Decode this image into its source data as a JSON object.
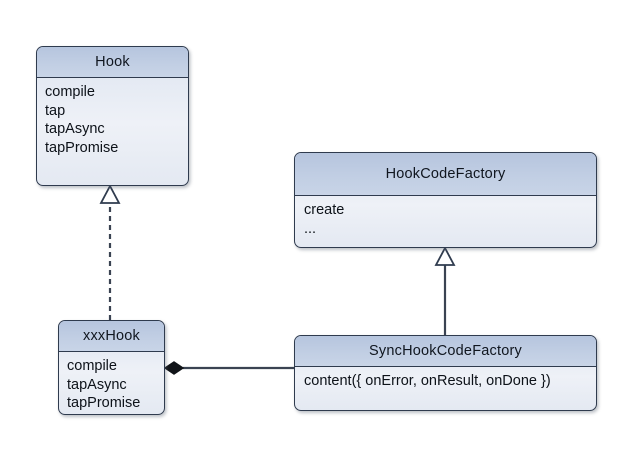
{
  "diagram": {
    "title": "Hook / HookCodeFactory UML class diagram",
    "background_color": "#ffffff",
    "header_color": "#c2cfe4",
    "body_color": "#e7ecf4",
    "border_color": "#2f3b4e",
    "classes": [
      {
        "id": "hook",
        "name": "Hook",
        "members": [
          "compile",
          "tap",
          "tapAsync",
          "tapPromise"
        ]
      },
      {
        "id": "hookcodefactory",
        "name": "HookCodeFactory",
        "members": [
          "create",
          "..."
        ]
      },
      {
        "id": "xxxhook",
        "name": "xxxHook",
        "members": [
          "compile",
          "tapAsync",
          "tapPromise"
        ]
      },
      {
        "id": "synchookcodefactory",
        "name": "SyncHookCodeFactory",
        "members": [
          "content({ onError, onResult, onDone })"
        ]
      }
    ],
    "relations": [
      {
        "id": "rel-xxxhook-realizes-hook",
        "type": "realization",
        "line_style": "dashed",
        "arrow": "hollow-triangle",
        "from": "xxxHook",
        "to": "Hook"
      },
      {
        "id": "rel-synchookfactory-extends-hookcodefactory",
        "type": "generalization",
        "line_style": "solid",
        "arrow": "hollow-triangle",
        "from": "SyncHookCodeFactory",
        "to": "HookCodeFactory"
      },
      {
        "id": "rel-xxxhook-composes-synchookfactory",
        "type": "composition",
        "line_style": "solid",
        "arrow": "filled-diamond",
        "from": "xxxHook",
        "to": "SyncHookCodeFactory"
      }
    ]
  }
}
